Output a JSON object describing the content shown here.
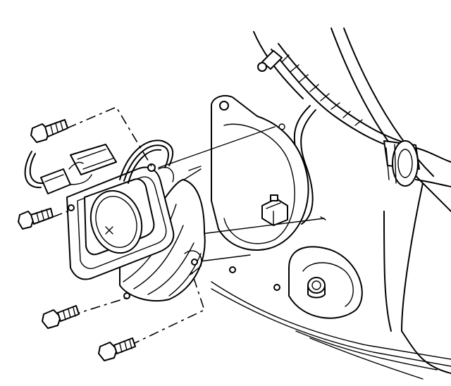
{
  "diagram": {
    "parts": [
      {
        "id": "door-inner-panel",
        "kind": "panel"
      },
      {
        "id": "wiring-harness",
        "kind": "harness"
      },
      {
        "id": "speaker-mounting-bracket",
        "kind": "bracket"
      },
      {
        "id": "speaker",
        "kind": "speaker"
      },
      {
        "id": "speaker-connector",
        "kind": "connector"
      },
      {
        "id": "harness-connector",
        "kind": "connector"
      },
      {
        "id": "upper-screw-left",
        "kind": "screw"
      },
      {
        "id": "middle-screw-left",
        "kind": "screw"
      },
      {
        "id": "lower-screw-left",
        "kind": "screw"
      },
      {
        "id": "bottom-screw",
        "kind": "screw"
      },
      {
        "id": "door-trim-bolt",
        "kind": "bolt"
      }
    ],
    "colors": {
      "ink": "#000000",
      "paper": "#ffffff"
    }
  }
}
